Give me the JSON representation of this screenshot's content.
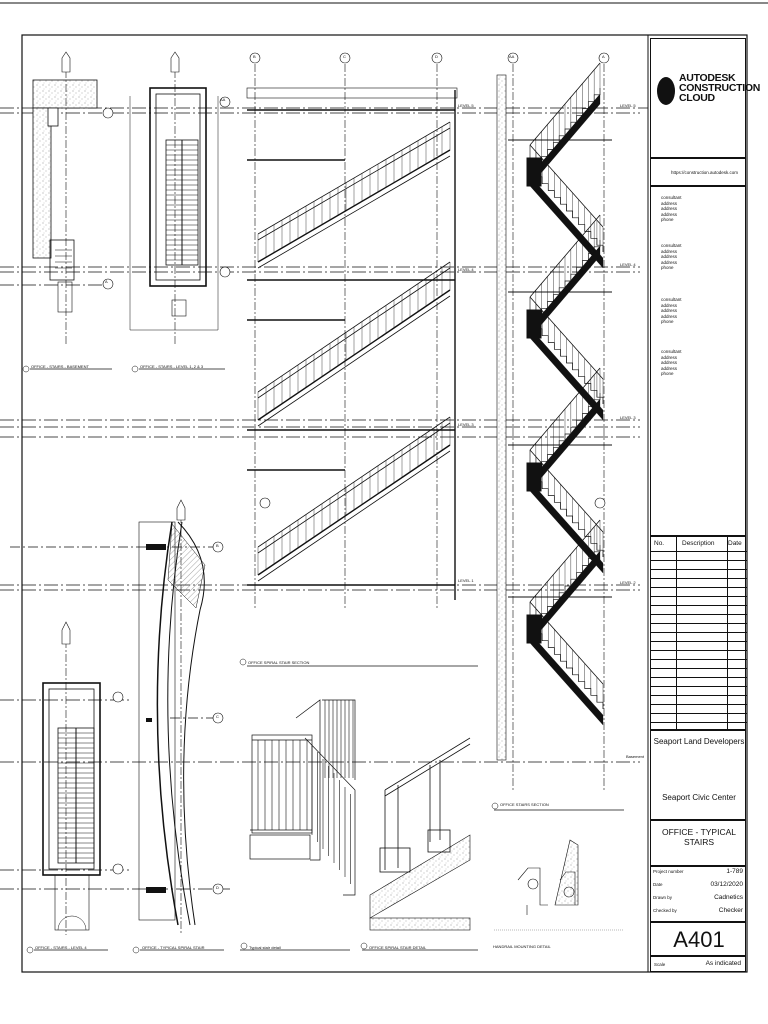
{
  "title_block": {
    "brand_line1": "AUTODESK",
    "brand_line2": "CONSTRUCTION",
    "brand_line3": "CLOUD",
    "url": "https://construction.autodesk.com",
    "consultants": [
      [
        "consultant",
        "address",
        "address",
        "address",
        "phone"
      ],
      [
        "consultant",
        "address",
        "address",
        "address",
        "phone"
      ],
      [
        "consultant",
        "address",
        "address",
        "address",
        "phone"
      ],
      [
        "consultant",
        "address",
        "address",
        "address",
        "phone"
      ]
    ],
    "rev_headers": {
      "no": "No.",
      "description": "Description",
      "date": "Date"
    },
    "client": "Seaport Land Developers",
    "project": "Seaport Civic Center",
    "sheet_title": "OFFICE - TYPICAL STAIRS",
    "fields": [
      {
        "label": "Project number",
        "value": "1-789"
      },
      {
        "label": "Date",
        "value": "03/12/2020"
      },
      {
        "label": "Drawn by",
        "value": "Cadnetics"
      },
      {
        "label": "Checked by",
        "value": "Checker"
      }
    ],
    "sheet_number": "A401",
    "scale_label": "Scale",
    "scale_value": "As indicated"
  },
  "views": {
    "v1": "OFFICE - STAIRS - BASEMENT",
    "v2": "OFFICE - STAIRS - LEVEL 1, 2 & 3",
    "v3": "OFFICE - STAIRS - LEVEL 4",
    "v4": "OFFICE - TYPICAL SPIRAL STAIR",
    "v5": "OFFICE SPIRAL STAIR SECTION",
    "v6": "OFFICE STAIRS SECTION",
    "v7": "Typical stair detail",
    "v8": "OFFICE SPIRAL STAIR DETAIL",
    "v9": "HANDRAIL MOUNTING DETAIL"
  },
  "grid_labels": [
    "A",
    "AA",
    "B",
    "C",
    "D"
  ],
  "level_labels": [
    "LEVEL 5",
    "LEVEL 4",
    "LEVEL 3",
    "LEVEL 2",
    "LEVEL 1",
    "Basement"
  ]
}
